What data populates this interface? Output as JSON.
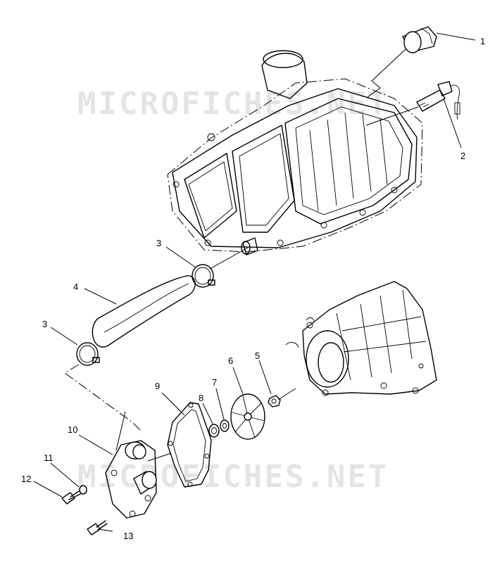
{
  "watermarks": [
    "MICROFICHES.NET",
    "MICROFICHES.NET"
  ],
  "callouts": [
    {
      "id": "c1",
      "text": "1"
    },
    {
      "id": "c2",
      "text": "2"
    },
    {
      "id": "c3a",
      "text": "3"
    },
    {
      "id": "c3b",
      "text": "3"
    },
    {
      "id": "c4",
      "text": "4"
    },
    {
      "id": "c5",
      "text": "5"
    },
    {
      "id": "c6",
      "text": "6"
    },
    {
      "id": "c7",
      "text": "7"
    },
    {
      "id": "c8",
      "text": "8"
    },
    {
      "id": "c9",
      "text": "9"
    },
    {
      "id": "c10",
      "text": "10"
    },
    {
      "id": "c11",
      "text": "11"
    },
    {
      "id": "c12",
      "text": "12"
    },
    {
      "id": "c13",
      "text": "13"
    }
  ]
}
